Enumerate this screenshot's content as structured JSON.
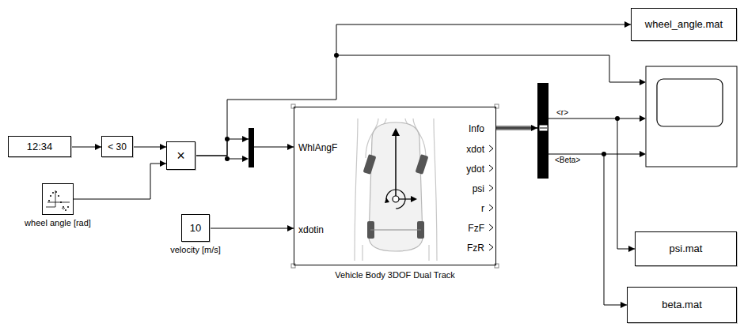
{
  "diagram": {
    "nodes": [
      {
        "text": [
          "12:34"
        ]
      },
      {
        "text": [
          "< 30"
        ]
      },
      {
        "text": [
          "×"
        ]
      },
      {
        "text": [
          "wheel angle [rad]"
        ]
      },
      {
        "text": [
          "10",
          "velocity [m/s]"
        ]
      },
      {
        "text": [
          "WhlAngF",
          "xdotin",
          "Info",
          "xdot",
          "ydot",
          "psi",
          "r",
          "FzF",
          "FzR",
          "Vehicle Body 3DOF Dual Track"
        ]
      },
      {
        "text": [
          "wheel_angle.mat"
        ]
      },
      {
        "text": [
          "psi.mat"
        ]
      },
      {
        "text": [
          "beta.mat"
        ]
      }
    ],
    "edges": [
      {
        "from": 0,
        "to": 1,
        "arrow": "to"
      },
      {
        "from": 1,
        "to": 2,
        "arrow": "to"
      },
      {
        "from": 3,
        "to": 2,
        "arrow": "to"
      },
      {
        "from": 2,
        "to": 5,
        "arrow": "to"
      },
      {
        "from": 4,
        "to": 5,
        "arrow": "to"
      },
      {
        "from": 2,
        "to": 6,
        "arrow": "to"
      },
      {
        "from": 5,
        "to": 7,
        "arrow": "to"
      },
      {
        "from": 5,
        "to": 8,
        "arrow": "to"
      }
    ],
    "labels": [
      "<r>",
      "<Beta>"
    ]
  }
}
